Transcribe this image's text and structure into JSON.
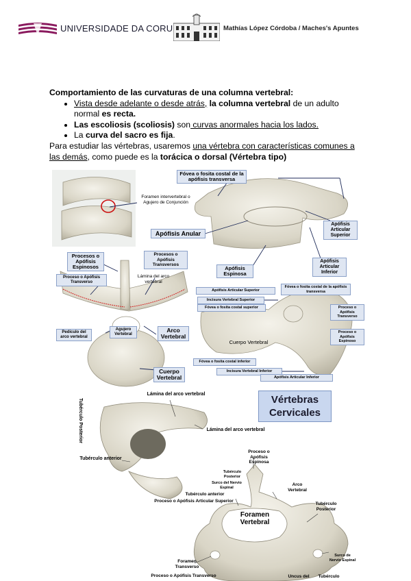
{
  "header": {
    "university": "UNIVERSIDADE DA CORUÑA",
    "author": "Mathías López Córdoba / Maches's Apuntes",
    "brand_color": "#8a1a5e"
  },
  "content": {
    "heading": "Comportamiento de las curvaturas de una columna vertebral:",
    "bullet1_part1": "Vista desde adelante o desde atrás,",
    "bullet1_part2": " la columna vertebral",
    "bullet1_part3": " de un adulto normal ",
    "bullet1_part4": "es recta.",
    "bullet2_part1": "Las escoliosis (scoliosis)",
    "bullet2_part2": " son",
    "bullet2_part3": " curvas anormales hacia los lados.",
    "bullet3_part1": "La ",
    "bullet3_part2": "curva del sacro es fija",
    "bullet3_part3": ".",
    "para_part1": "Para estudiar las vértebras, usaremos ",
    "para_part2": "una vértebra con características comunes a las demás",
    "para_part3": ", como puede es la ",
    "para_part4": "torácica o dorsal (Vértebra tipo)"
  },
  "figure1": {
    "foramen": "Foramen intervertebral o Agujero de Conjunción",
    "fovea_transversa": "Fóvea o fosita costal de la apófisis transversa",
    "apofisis_anular": "Apófisis Anular",
    "apofisis_art_sup": "Apófisis Articular Superior",
    "apofisis_art_inf": "Apófisis Articular Inferior",
    "apofisis_espinosa": "Apófisis Espinosa",
    "procesos_transversos": "Procesos o Apófisis Transversos",
    "procesos_espinosos": "Procesos o Apófisis Espinosos",
    "proceso_transverso_small": "Proceso o Apófisis Transverso",
    "lamina": "Lámina del arco vertebral",
    "pediculo": "Pedículo del arco vertebral",
    "agujero": "Agujero Vertebral",
    "arco": "Arco Vertebral",
    "cuerpo": "Cuerpo Vertebral",
    "fovea_costal_trans2": "Fóvea o fosita costal de la apófisis transversa",
    "apof_art_sup_bar": "Apófisis Articular Superior",
    "incisura_sup": "Incisura Vertebral Superior",
    "fovea_costal_sup": "Fóvea o fosita costal superior",
    "proceso_transv_right": "Proceso o Apófisis Transverso",
    "proceso_espinoso_right": "Proceso o Apófisis Espinoso",
    "cuerpo_vertebral2": "Cuerpo Vertebral",
    "fovea_costal_inf": "Fóvea o fosita costal inferior",
    "incisura_inf": "Incisura Vertebral Inferior",
    "apof_art_inf_bar": "Apófisis Articular Inferior"
  },
  "figure2": {
    "title_line1": "Vértebras",
    "title_line2": "Cervicales",
    "lamina_top": "Lámina del arco vertebral",
    "tuberculo_posterior_side": "Tubérculo Posterior",
    "lamina_mid": "Lámina del arco vertebral",
    "tuberculo_anterior": "Tubérculo anterior",
    "proceso_espinoso": "Proceso o Apófisis Espinosa",
    "tuberculo_post_small": "Tubérculo Posterior",
    "surco_nervio": "Surco del Nervio Espinal",
    "tuberculo_ant_small": "Tubérculo anterior",
    "arco": "Arco Vertebral",
    "proceso_art_sup": "Proceso o Apófisis Articular Superior",
    "tuberculo_posterior_right": "Tubérculo Posterior",
    "foramen_vertebral": "Foramen Vertebral",
    "foramen_transverso": "Foramen Transverso",
    "surco_nervio_right": "Surco de Nervio Espinal",
    "proceso_transverso": "Proceso o Apófisis Transverso",
    "uncus": "Uncus del",
    "tuberculo_bottom": "Tubérculo"
  }
}
